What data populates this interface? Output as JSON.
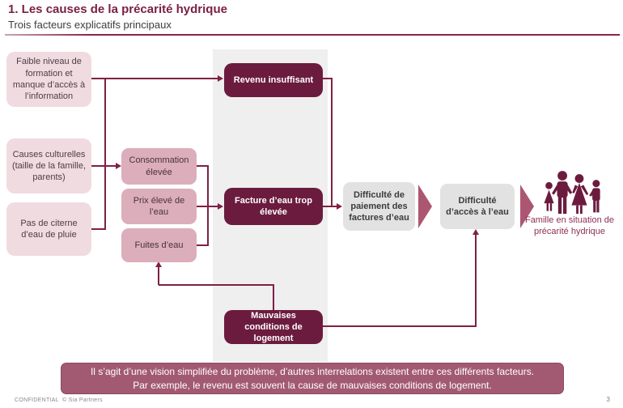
{
  "slide": {
    "title": "1. Les causes de la précarité hydrique",
    "subtitle": "Trois facteurs explicatifs principaux"
  },
  "diagram": {
    "root_causes": {
      "education": "Faible niveau de formation et manque d’accès à l’information",
      "cultural": "Causes culturelles (taille de la famille, parents)",
      "cistern": "Pas de citerne d’eau de pluie"
    },
    "intermediate_causes": {
      "consumption": "Consommation élevée",
      "price": "Prix élevé de l’eau",
      "leaks": "Fuites d’eau"
    },
    "core_factors": {
      "income": "Revenu insuffisant",
      "bill": "Facture d’eau trop élevée",
      "housing": "Mauvaises conditions de logement"
    },
    "consequences": {
      "payment": "Difficulté de paiement des factures d’eau",
      "access": "Difficulté d’accès à l’eau"
    },
    "outcome_caption": "Famille en situation de précarité hydrique"
  },
  "note": {
    "line1": "Il s’agit d’une vision simplifiée du problème, d’autres interrelations existent entre ces différents facteurs.",
    "line2": "Par exemple, le revenu est souvent la cause de mauvaises conditions de logement."
  },
  "footer": {
    "confidential": "CONFIDENTIAL",
    "copyright": "© Sia Partners",
    "page_number": "3"
  },
  "colors": {
    "maroon_dark": "#6b1c3e",
    "maroon_line": "#802045",
    "maroon_title": "#7a1f42",
    "pink_light": "#f0dbe1",
    "pink_medium": "#dcaebb",
    "gray_band": "#f0eff0",
    "gray_box": "#e3e2e3",
    "chevron_rose": "#ad5672",
    "banner_rose": "#a25a72"
  }
}
